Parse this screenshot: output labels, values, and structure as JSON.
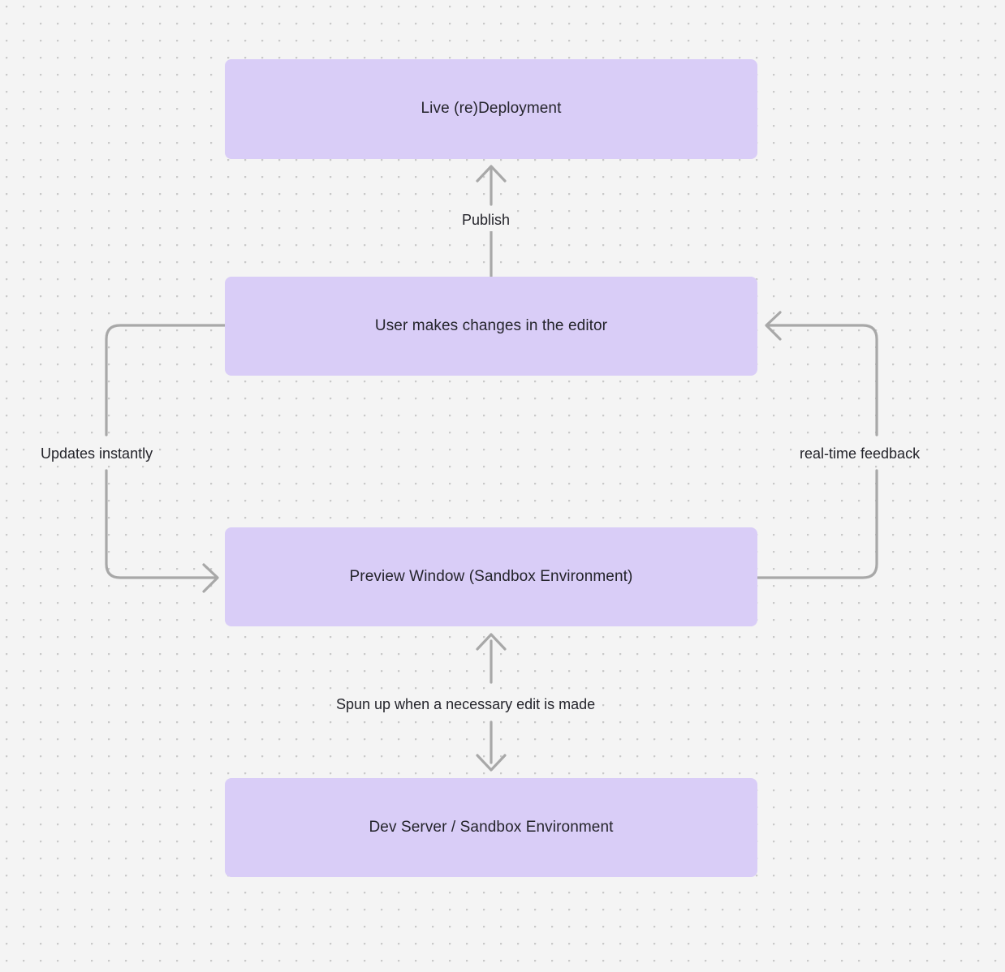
{
  "diagram": {
    "type": "flowchart",
    "background": "#f4f4f4",
    "grid": "dotted",
    "node_color": "#d9cdf7",
    "edge_color": "#a8a8a8",
    "text_color": "#24242b",
    "nodes": [
      {
        "id": "deploy",
        "label": "Live (re)Deployment"
      },
      {
        "id": "editor",
        "label": "User makes changes in the editor"
      },
      {
        "id": "preview",
        "label": "Preview Window (Sandbox Environment)"
      },
      {
        "id": "devserver",
        "label": "Dev Server / Sandbox Environment"
      }
    ],
    "edges": [
      {
        "id": "publish",
        "from": "editor",
        "to": "deploy",
        "label": "Publish",
        "direction": "up"
      },
      {
        "id": "updates",
        "from": "editor",
        "to": "preview",
        "label": "Updates instantly",
        "direction": "left-loop"
      },
      {
        "id": "feedback",
        "from": "preview",
        "to": "editor",
        "label": "real-time feedback",
        "direction": "right-loop"
      },
      {
        "id": "spun-up",
        "from": "preview",
        "to": "devserver",
        "label": "Spun up when a necessary edit is made",
        "direction": "bidirectional"
      }
    ]
  }
}
